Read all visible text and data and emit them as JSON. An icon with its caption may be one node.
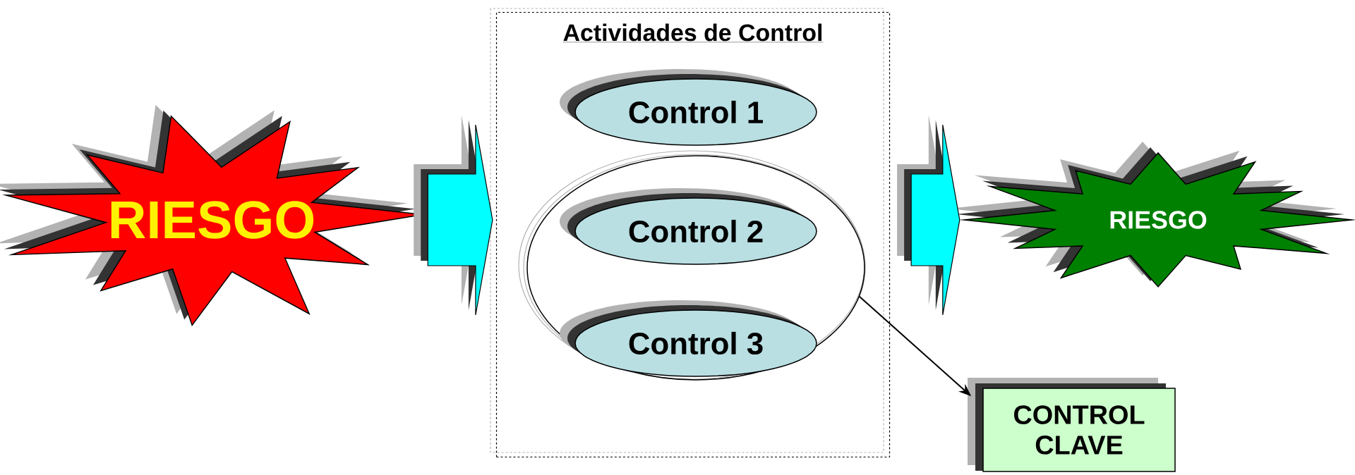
{
  "diagram": {
    "nodes": [
      {
        "text": [
          "RIESGO"
        ]
      },
      {
        "text": [
          "Actividades de Control"
        ]
      },
      {
        "text": [
          "Control 1"
        ],
        "in": 1
      },
      {
        "text": [],
        "shape": "circle",
        "in": 1
      },
      {
        "text": [
          "Control 2"
        ],
        "in": 3
      },
      {
        "text": [
          "Control 3"
        ],
        "in": 3
      },
      {
        "text": [
          "RIESGO"
        ]
      },
      {
        "text": [
          "CONTROL CLAVE"
        ]
      }
    ],
    "edges": [
      {
        "from": 0,
        "to": 1,
        "arrow": "to",
        "style": "thick"
      },
      {
        "from": 1,
        "to": 6,
        "arrow": "to",
        "style": "thick"
      },
      {
        "from": 3,
        "to": 7,
        "arrow": "to",
        "color": "#000000"
      }
    ]
  }
}
